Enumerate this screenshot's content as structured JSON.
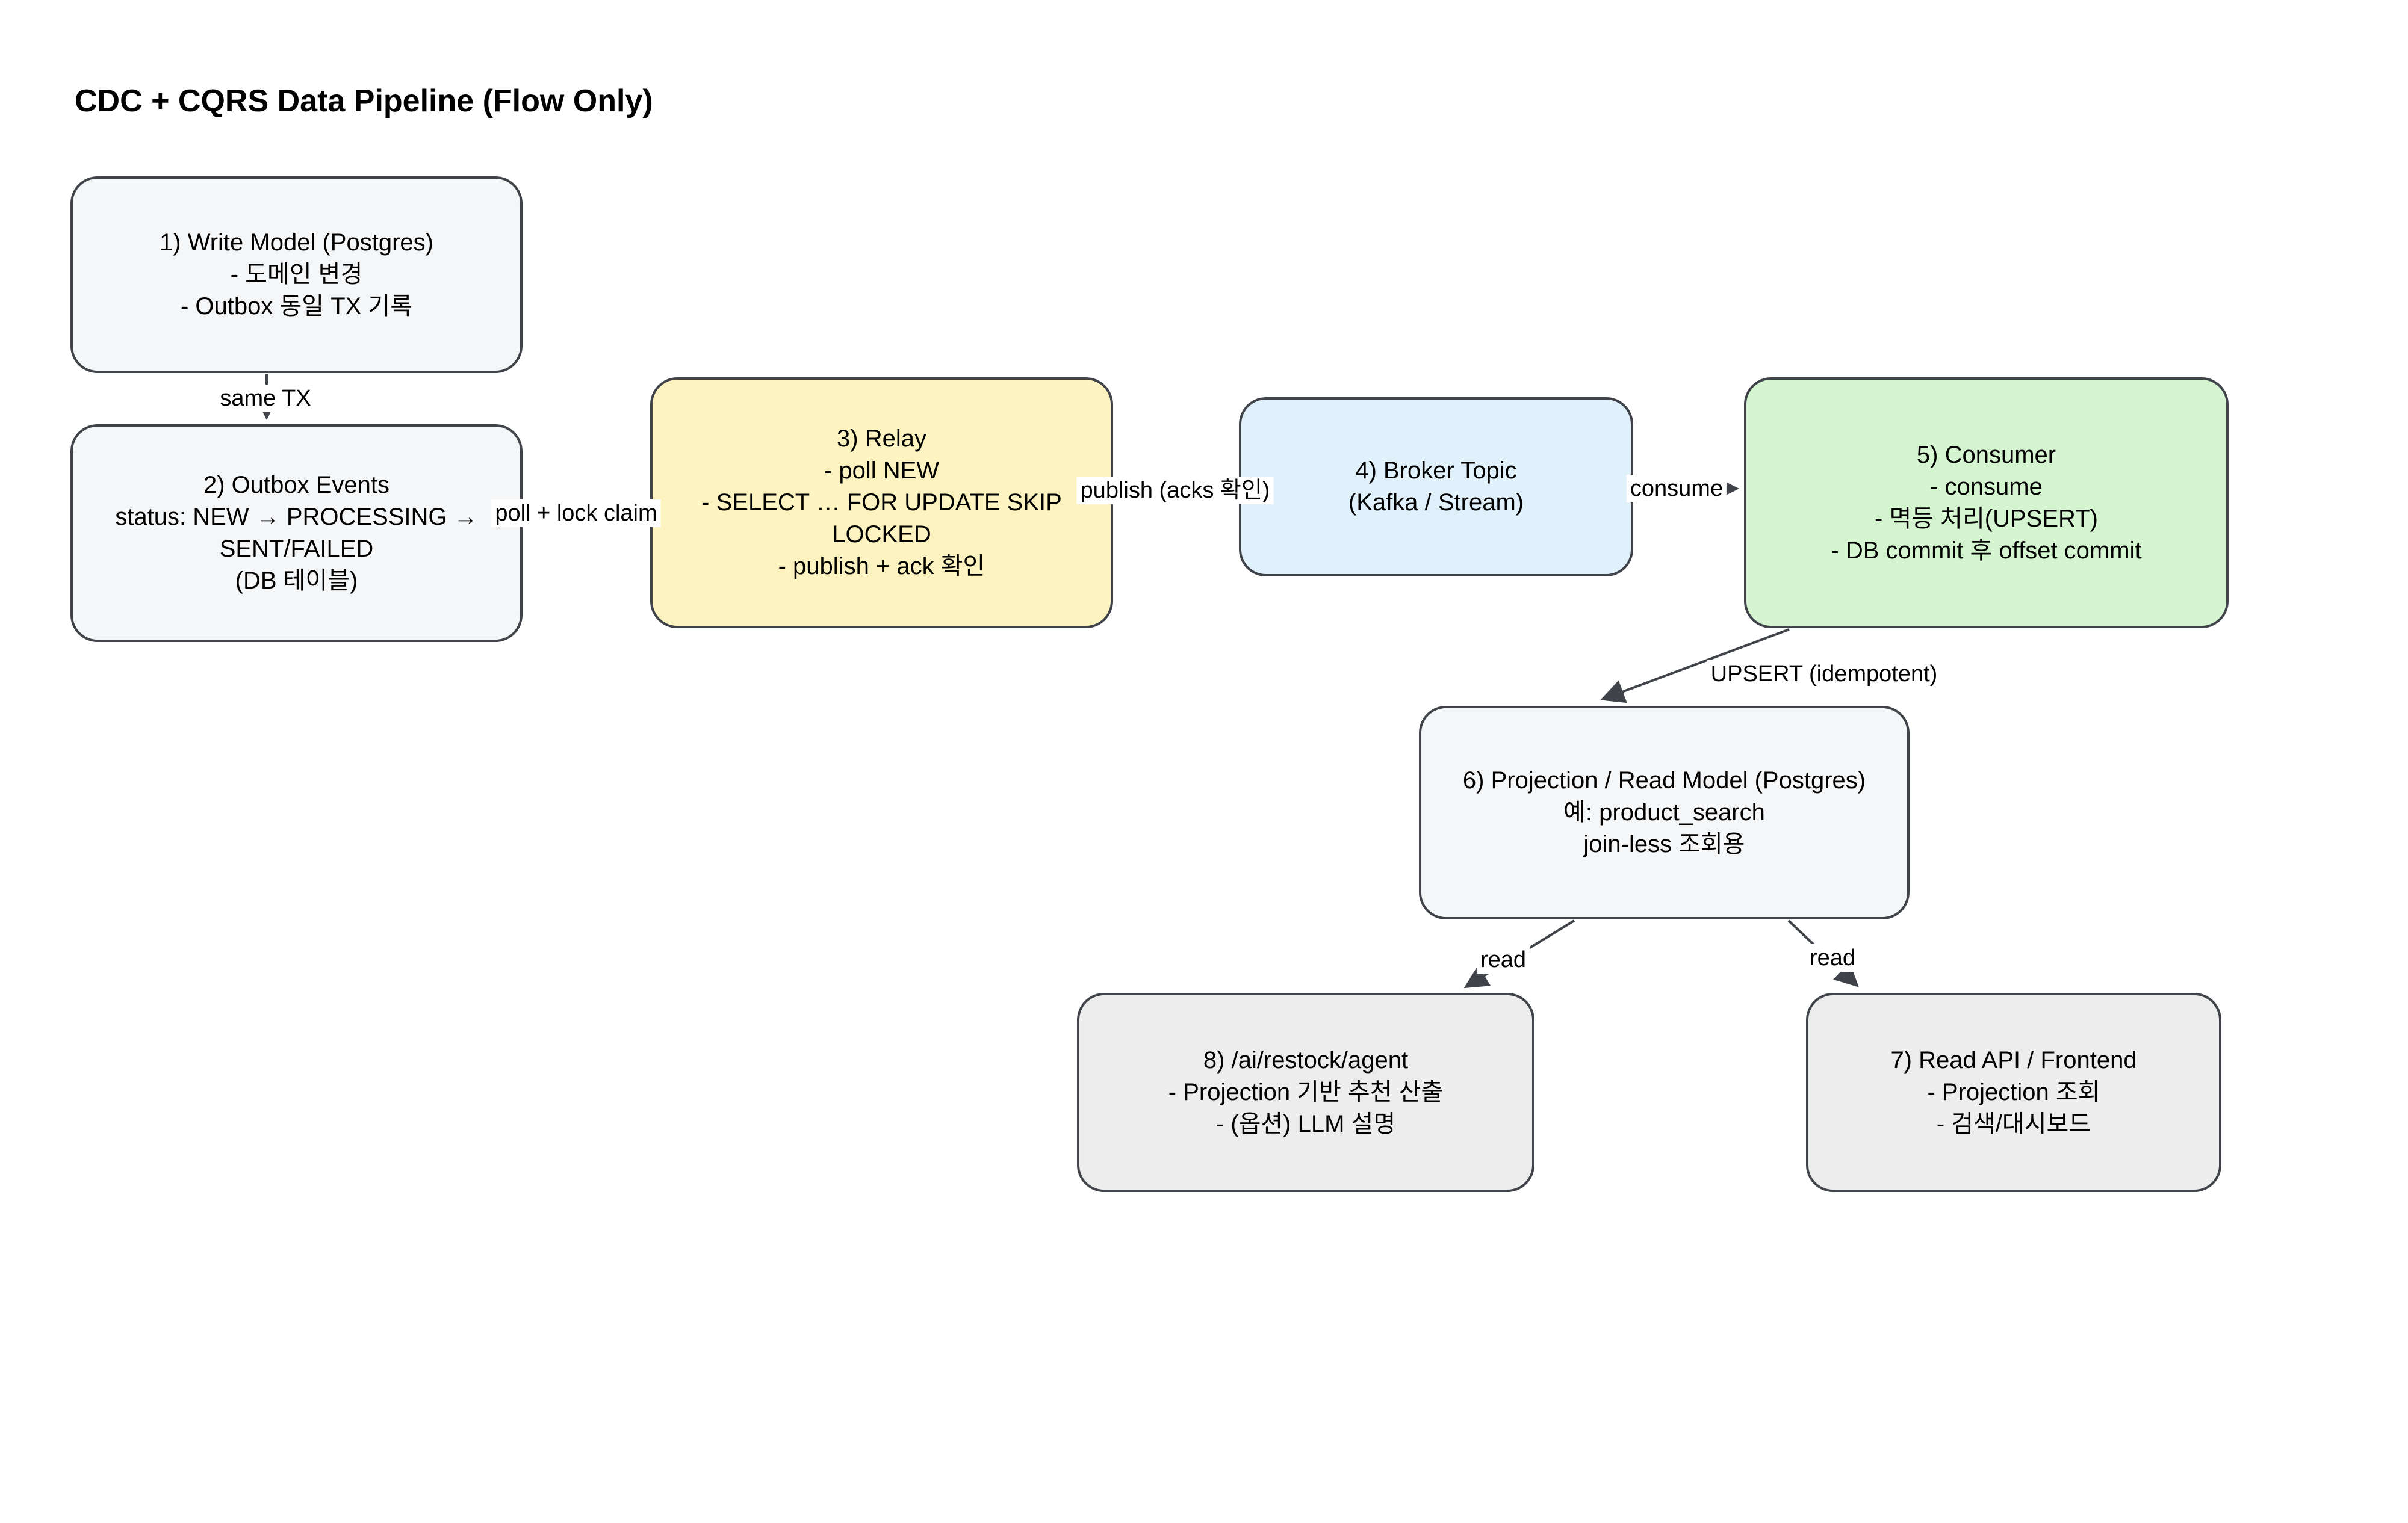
{
  "title": "CDC + CQRS Data Pipeline (Flow Only)",
  "nodes": {
    "write_model": {
      "lines": [
        "1) Write Model (Postgres)",
        "- 도메인 변경",
        "- Outbox 동일 TX 기록"
      ],
      "fill": "#f5f6f8"
    },
    "outbox_events": {
      "lines": [
        "2) Outbox Events",
        "status: NEW → PROCESSING →",
        "SENT/FAILED",
        "(DB 테이블)"
      ],
      "fill": "#f5f6f8"
    },
    "relay": {
      "lines": [
        "3) Relay",
        "- poll NEW",
        "- SELECT … FOR UPDATE SKIP",
        "LOCKED",
        "- publish + ack 확인"
      ],
      "fill": "#fcf3c0"
    },
    "broker_topic": {
      "lines": [
        "4) Broker Topic",
        "(Kafka / Stream)"
      ],
      "fill": "#e0f1fb"
    },
    "consumer": {
      "lines": [
        "5) Consumer",
        "- consume",
        "- 멱등 처리(UPSERT)",
        "- DB commit 후 offset commit"
      ],
      "fill": "#d4f5d0"
    },
    "projection_read_model": {
      "lines": [
        "6) Projection / Read Model (Postgres)",
        "예: product_search",
        "join-less 조회용"
      ],
      "fill": "#f5f6f8"
    },
    "restock_agent": {
      "lines": [
        "8) /ai/restock/agent",
        "- Projection 기반 추천 산출",
        "- (옵션) LLM 설명"
      ],
      "fill": "#ededee"
    },
    "read_api": {
      "lines": [
        "7) Read API / Frontend",
        "- Projection 조회",
        "- 검색/대시보드"
      ],
      "fill": "#ededee"
    }
  },
  "edges": {
    "same_tx": {
      "label": "same TX"
    },
    "poll_lock_claim": {
      "label": "poll + lock claim"
    },
    "publish": {
      "label": "publish (acks 확인)"
    },
    "consume": {
      "label": "consume"
    },
    "upsert": {
      "label": "UPSERT (idempotent)"
    },
    "read_left": {
      "label": "read"
    },
    "read_right": {
      "label": "read"
    }
  },
  "colors": {
    "background": "#ffffff",
    "node_border": "#40444a",
    "connector": "#40444a",
    "text": "#000000",
    "gray_fill": "#f5f6f8",
    "light_gray_fill": "#ededee",
    "yellow_fill": "#fcf3c0",
    "blue_fill": "#e0f1fb",
    "green_fill": "#d4f5d0"
  }
}
